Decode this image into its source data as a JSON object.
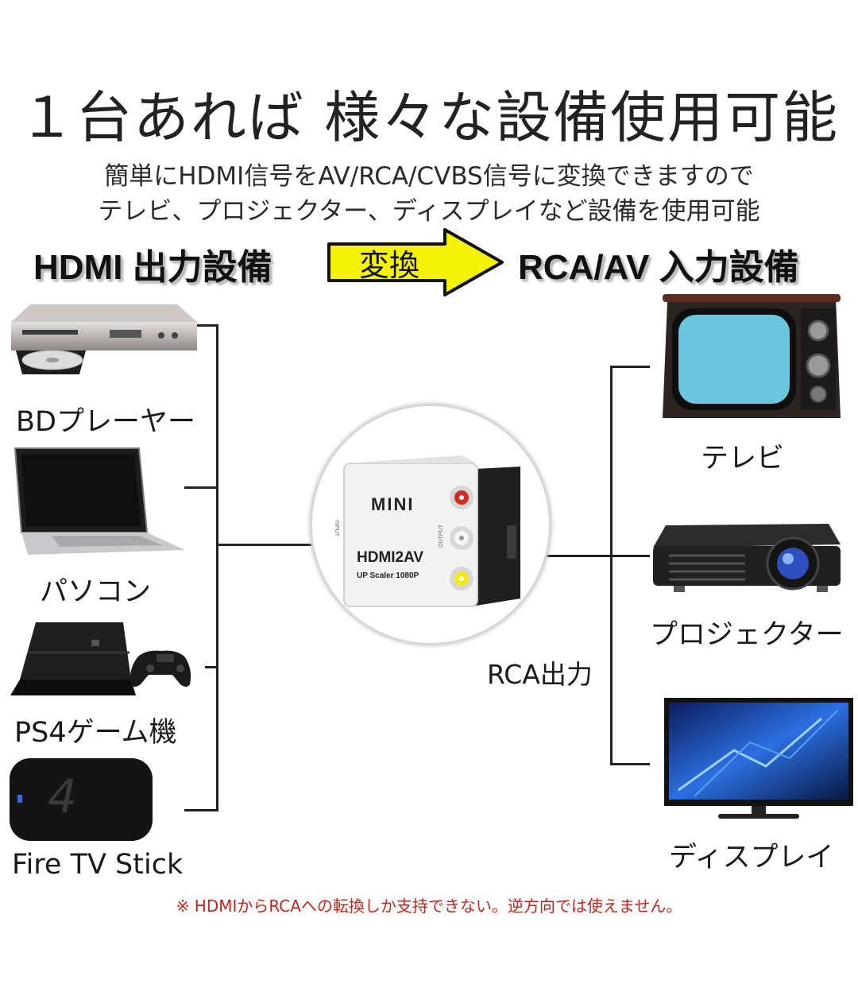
{
  "title": "１台あれば 様々な設備使用可能",
  "subtitle_line1": "簡単にHDMI信号をAV/RCA/CVBS信号に変換できますので",
  "subtitle_line2": "テレビ、プロジェクター、ディスプレイなど設備を使用可能",
  "flow": {
    "left": "HDMI 出力設備",
    "arrow": "変換",
    "right": "RCA/AV 入力設備"
  },
  "sources": [
    "BDプレーヤー",
    "パソコン",
    "PS4ゲーム機",
    "Fire TV Stick"
  ],
  "device": {
    "brand": "MINI",
    "model": "HDMI2AV",
    "spec": "UP Scaler 1080P",
    "input": "INPUT",
    "output": "OUTPUT"
  },
  "fire_tv_logo": "4",
  "rca_label": "RCA出力",
  "targets": [
    "テレビ",
    "プロジェクター",
    "ディスプレイ"
  ],
  "note": "※ HDMIからRCAへの転換しか支持できない。逆方向では使えません。",
  "colors": {
    "arrow_fill": "#f5f20a",
    "note_red": "#c0271c",
    "tv_screen": "#69c6dc",
    "monitor_screen": "#2b6fe0"
  }
}
